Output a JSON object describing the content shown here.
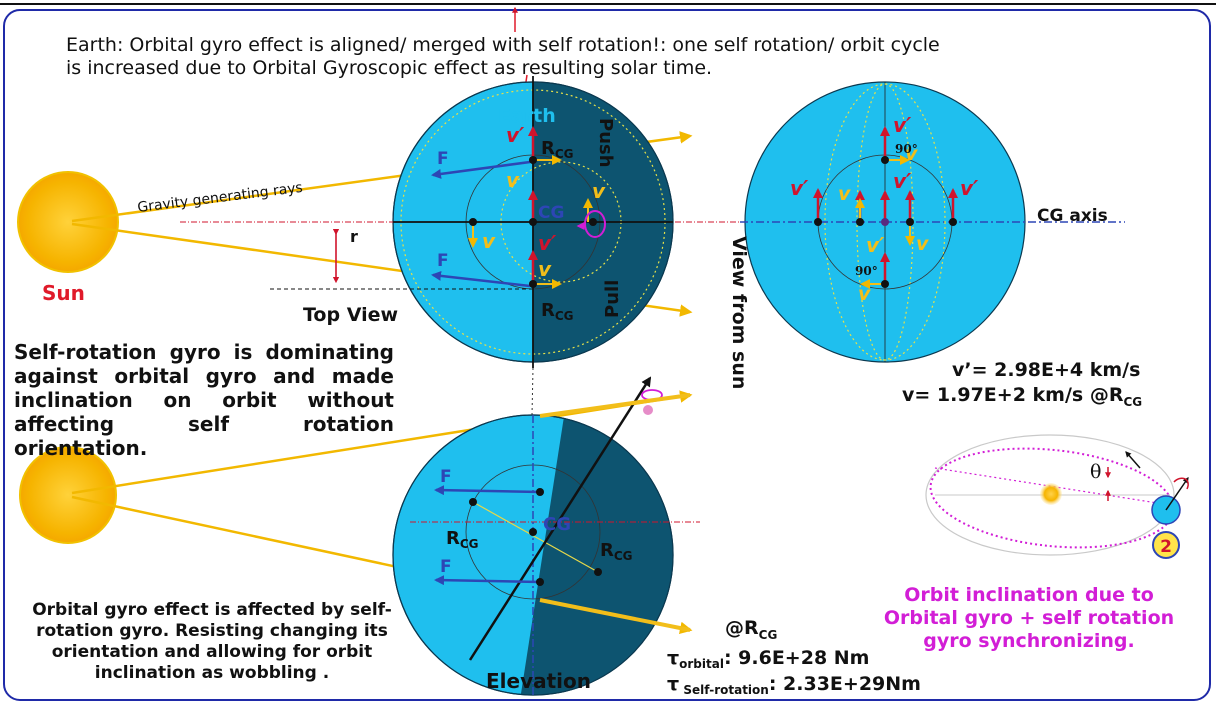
{
  "header": {
    "line1": "Earth:  Orbital gyro effect is aligned/ merged with  self rotation!: one self rotation/ orbit cycle",
    "line2": "is increased due to Orbital Gyroscopic   effect as resulting solar time."
  },
  "labels": {
    "earth": "Earth",
    "sun": "Sun",
    "gravity_rays": "Gravity generating rays",
    "r": "r",
    "top_view": "Top View",
    "view_from_sun": "View from sun",
    "elevation": "Elevation",
    "cg": "CG",
    "cg_axis": "CG axis",
    "push": "Push",
    "pull": "Pull",
    "f": "F",
    "v": "v",
    "v_prime": "v′",
    "r_main": "R",
    "cg_sub": "CG",
    "deg90": "90°",
    "theta": "θ",
    "badge": "2"
  },
  "equations": {
    "v_prime": "v’= 2.98E+4 km/s",
    "v_main": "v= 1.97E+2 km/s @R",
    "v_sub": "CG",
    "at_r": "@R",
    "at_r_sub": "CG",
    "tau": "τ",
    "tau_orbital_sub": "orbital",
    "tau_orbital_value": ": 9.6E+28 Nm",
    "tau_self_sub": " Self-rotation",
    "tau_self_value": ": 2.33E+29Nm"
  },
  "texts": {
    "self_rotation": "Self-rotation gyro is dominating against orbital gyro and made inclination on orbit without affecting self rotation orientation.",
    "orbital_gyro": "Orbital gyro effect is affected by self-rotation gyro.  Resisting changing its orientation and allowing for orbit inclination as wobbling .",
    "inclination": "Orbit inclination due to Orbital gyro + self rotation gyro synchronizing."
  },
  "colors": {
    "earth_light": "#1fbfee",
    "earth_dark": "#0d5470",
    "sun": "#f6b400",
    "ray": "#f7c600",
    "vector_red": "#d0142c",
    "velocity_yellow": "#f2be1a",
    "force_blue": "#2d46b5",
    "magenta": "#d21ed6",
    "border": "#1f2aa8"
  }
}
